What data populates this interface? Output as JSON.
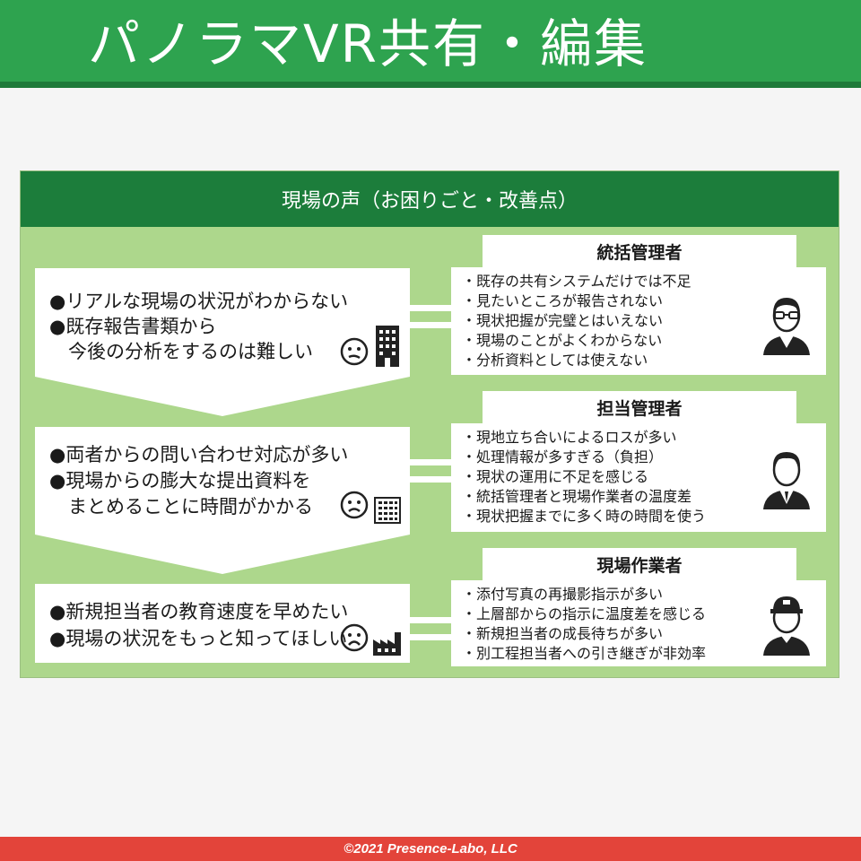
{
  "header": {
    "title": "パノラマVR共有・編集"
  },
  "panel": {
    "title": "現場の声（お困りごと・改善点）"
  },
  "issues": [
    {
      "lines": [
        "●リアルな現場の状況がわからない",
        "●既存報告書類から",
        "　今後の分析をするのは難しい"
      ]
    },
    {
      "lines": [
        "●両者からの問い合わせ対応が多い",
        "●現場からの膨大な提出資料を",
        "　まとめることに時間がかかる"
      ]
    },
    {
      "lines": [
        "●新規担当者の教育速度を早めたい",
        "●現場の状況をもっと知ってほしい"
      ]
    }
  ],
  "roles": [
    {
      "title": "統括管理者",
      "items": [
        "・既存の共有システムだけでは不足",
        "・見たいところが報告されない",
        "・現状把握が完璧とはいえない",
        "・現場のことがよくわからない",
        "・分析資料としては使えない"
      ]
    },
    {
      "title": "担当管理者",
      "items": [
        "・現地立ち合いによるロスが多い",
        "・処理情報が多すぎる（負担）",
        "・現状の運用に不足を感じる",
        "・統括管理者と現場作業者の温度差",
        "・現状把握までに多く時の時間を使う"
      ]
    },
    {
      "title": "現場作業者",
      "items": [
        "・添付写真の再撮影指示が多い",
        "・上層部からの指示に温度差を感じる",
        "・新規担当者の成長待ちが多い",
        "・別工程担当者への引き継ぎが非効率"
      ]
    }
  ],
  "footer": {
    "copyright": "©2021 Presence-Labo, LLC"
  }
}
